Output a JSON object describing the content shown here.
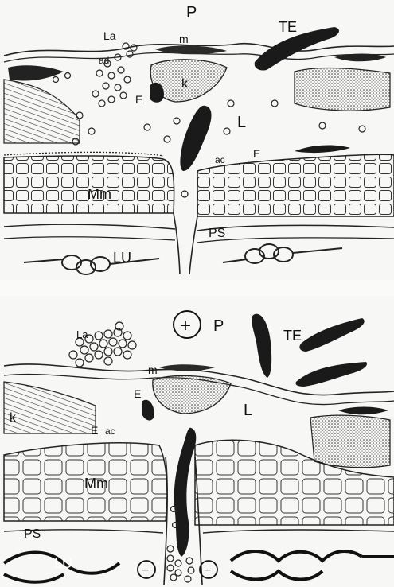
{
  "panels": [
    {
      "id": "top",
      "labels": {
        "P": "P",
        "TE": "TE",
        "La": "La",
        "m": "m",
        "ad": "ad",
        "k": "k",
        "E_left": "E",
        "L": "L",
        "ac": "ac",
        "E_right": "E",
        "Mm": "Mm",
        "PS": "PS",
        "LU": "LU"
      }
    },
    {
      "id": "bottom",
      "labels": {
        "plus": "+",
        "P": "P",
        "TE": "TE",
        "La": "La",
        "m": "m",
        "E_mid": "E",
        "k": "k",
        "L": "L",
        "E_left": "E",
        "ac": "ac",
        "Mm": "Mm",
        "PS": "PS",
        "LU": "LU",
        "minus_left": "−",
        "minus_right": "−"
      }
    }
  ]
}
